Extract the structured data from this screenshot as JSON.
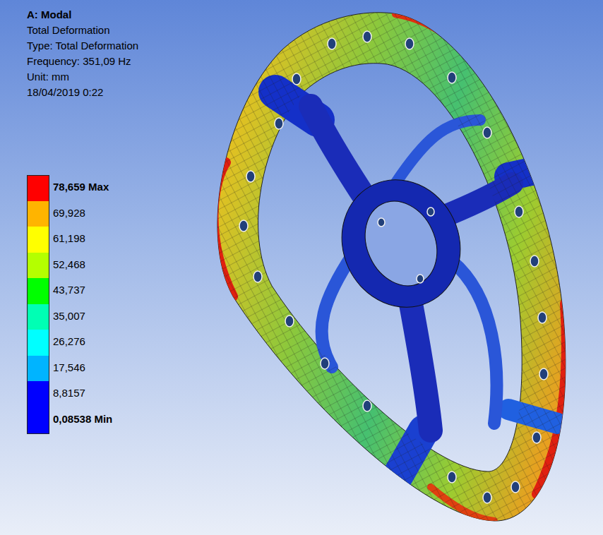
{
  "diagram": {
    "title": "A: Modal",
    "labels": [
      "Total Deformation",
      "Type: Total Deformation",
      "Frequency: 351,09 Hz",
      "Unit: mm",
      "18/04/2019 0:22"
    ],
    "legend": [
      {
        "text": "78,659 Max",
        "color": "#ff0000"
      },
      {
        "text": "69,928",
        "color": "#ffb400"
      },
      {
        "text": "61,198",
        "color": "#ffff00"
      },
      {
        "text": "52,468",
        "color": "#b4ff00"
      },
      {
        "text": "43,737",
        "color": "#00ff00"
      },
      {
        "text": "35,007",
        "color": "#00ffb4"
      },
      {
        "text": "26,276",
        "color": "#00ffff"
      },
      {
        "text": "17,546",
        "color": "#00b4ff"
      },
      {
        "text": "8,8157",
        "color": "#0000ff"
      },
      {
        "text": "0,08538 Min",
        "color": "#0000ff"
      }
    ]
  }
}
